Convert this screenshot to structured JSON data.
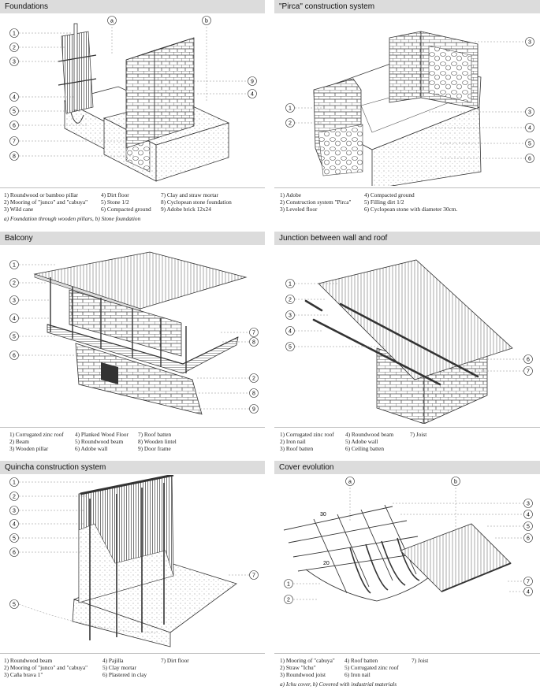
{
  "panels": {
    "foundations": {
      "title": "Foundations",
      "tags": [
        "a",
        "b"
      ],
      "markers": [
        "1",
        "2",
        "3",
        "4",
        "5",
        "6",
        "7",
        "8",
        "9",
        "4"
      ],
      "legend_cols": [
        [
          "1) Roundwood or bamboo pillar",
          "2) Mooring of \"junco\" and \"cabuya\"",
          "3) Wild cane"
        ],
        [
          "4) Dirt floor",
          "5) Stone 1/2",
          "6) Compacted ground"
        ],
        [
          "7) Clay and straw mortar",
          "8) Cyclopean stone foundation",
          "9) Adobe brick 12x24"
        ]
      ],
      "note": "a) Foundation through wooden pillars, b) Stone foundation"
    },
    "pirca": {
      "title": "\"Pirca\" construction system",
      "markers": [
        "3",
        "1",
        "2",
        "3",
        "4",
        "5",
        "6"
      ],
      "legend_cols": [
        [
          "1) Adobe",
          "2) Construction system \"Pirca\"",
          "3) Leveled floor"
        ],
        [
          "4) Compacted ground",
          "5) Filling dirt 1/2",
          "6) Cyclopean stone with diameter 30cm."
        ]
      ]
    },
    "balcony": {
      "title": "Balcony",
      "markers": [
        "1",
        "2",
        "3",
        "4",
        "5",
        "6",
        "7",
        "8",
        "2",
        "8",
        "9"
      ],
      "legend_cols": [
        [
          "1) Corrugated zinc roof",
          "2) Beam",
          "3) Wooden pillar"
        ],
        [
          "4) Planked Wood Floor",
          "5) Roundwood beam",
          "6) Adobe wall"
        ],
        [
          "7) Roof batten",
          "8) Wooden lintel",
          "9) Door frame"
        ]
      ]
    },
    "junction": {
      "title": "Junction between wall and roof",
      "markers": [
        "1",
        "2",
        "3",
        "4",
        "5",
        "6",
        "7"
      ],
      "legend_cols": [
        [
          "1) Corrugated zinc roof",
          "2) Iron nail",
          "3) Roof batten"
        ],
        [
          "4) Roundwood beam",
          "5) Adobe wall",
          "6) Ceiling batten"
        ],
        [
          "7) Joist"
        ]
      ]
    },
    "quincha": {
      "title": "Quincha construction system",
      "markers": [
        "1",
        "2",
        "3",
        "4",
        "5",
        "6",
        "7",
        "5"
      ],
      "legend_cols": [
        [
          "1) Roundwood beam",
          "2) Mooring of \"junco\" and \"cabuya\"",
          "3) Caña brava 1\""
        ],
        [
          "4) Pajilla",
          "5) Clay mortar",
          "6) Plastered in clay"
        ],
        [
          "7) Dirt floor"
        ]
      ]
    },
    "cover": {
      "title": "Cover evolution",
      "tags": [
        "a",
        "b"
      ],
      "markers": [
        "3",
        "4",
        "5",
        "6",
        "1",
        "7",
        "2",
        "4"
      ],
      "dims": [
        "30",
        "20"
      ],
      "legend_cols": [
        [
          "1) Mooring of \"cabuya\"",
          "2) Straw \"Ichu\"",
          "3) Roundwood joist"
        ],
        [
          "4) Roof batten",
          "5) Corrugated zinc roof",
          "6) Iron nail"
        ],
        [
          "7) Joist"
        ]
      ],
      "note": "a) Ichu cover, b) Covered with industrial materials"
    }
  }
}
